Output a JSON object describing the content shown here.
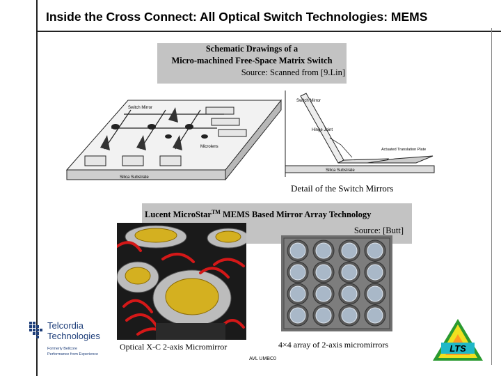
{
  "slide": {
    "title": "Inside the Cross Connect: All Optical Switch Technologies: MEMS",
    "footer": "AVL UMBC0"
  },
  "caption_top": {
    "line1": "Schematic Drawings of a",
    "line2": "Micro-machined Free-Space Matrix Switch",
    "line3": "Source: Scanned from [9.Lin]"
  },
  "schematic_labels": {
    "switch_mirror": "Switch Mirror",
    "microlens": "Microlens",
    "silica_substrate": "Silica Substrate"
  },
  "detail_labels": {
    "switch_mirror": "Switch Mirror",
    "hinge_joint": "Hinge Joint",
    "actuated_plate": "Actuated Translation Plate",
    "silica_substrate": "Silica Substrate"
  },
  "detail_caption": "Detail of the Switch Mirrors",
  "caption_bottom": {
    "line1_prefix": "Lucent MicroStar",
    "tm": "TM",
    "line1_suffix": " MEMS Based Mirror Array Technology",
    "line2": "Source: [Butt]"
  },
  "caption_xc": "Optical X-C 2-axis Micromirror",
  "caption_array": "4×4 array of 2-axis micromirrors",
  "telcordia": {
    "name_line1": "Telcordia",
    "name_line2": "Technologies",
    "tagline_line1": "Formerly Bellcore",
    "tagline_line2": "Performance from Experience"
  },
  "lts_logo": "LTS",
  "colors": {
    "caption_bg": "#c3c3c3",
    "mirror_gold": "#d4b020",
    "spring_red": "#d41818",
    "chip_gray": "#8a8a8a",
    "telcordia_blue": "#1f3f7a",
    "lts_yellow": "#f0e020",
    "lts_green": "#2a9a30"
  }
}
